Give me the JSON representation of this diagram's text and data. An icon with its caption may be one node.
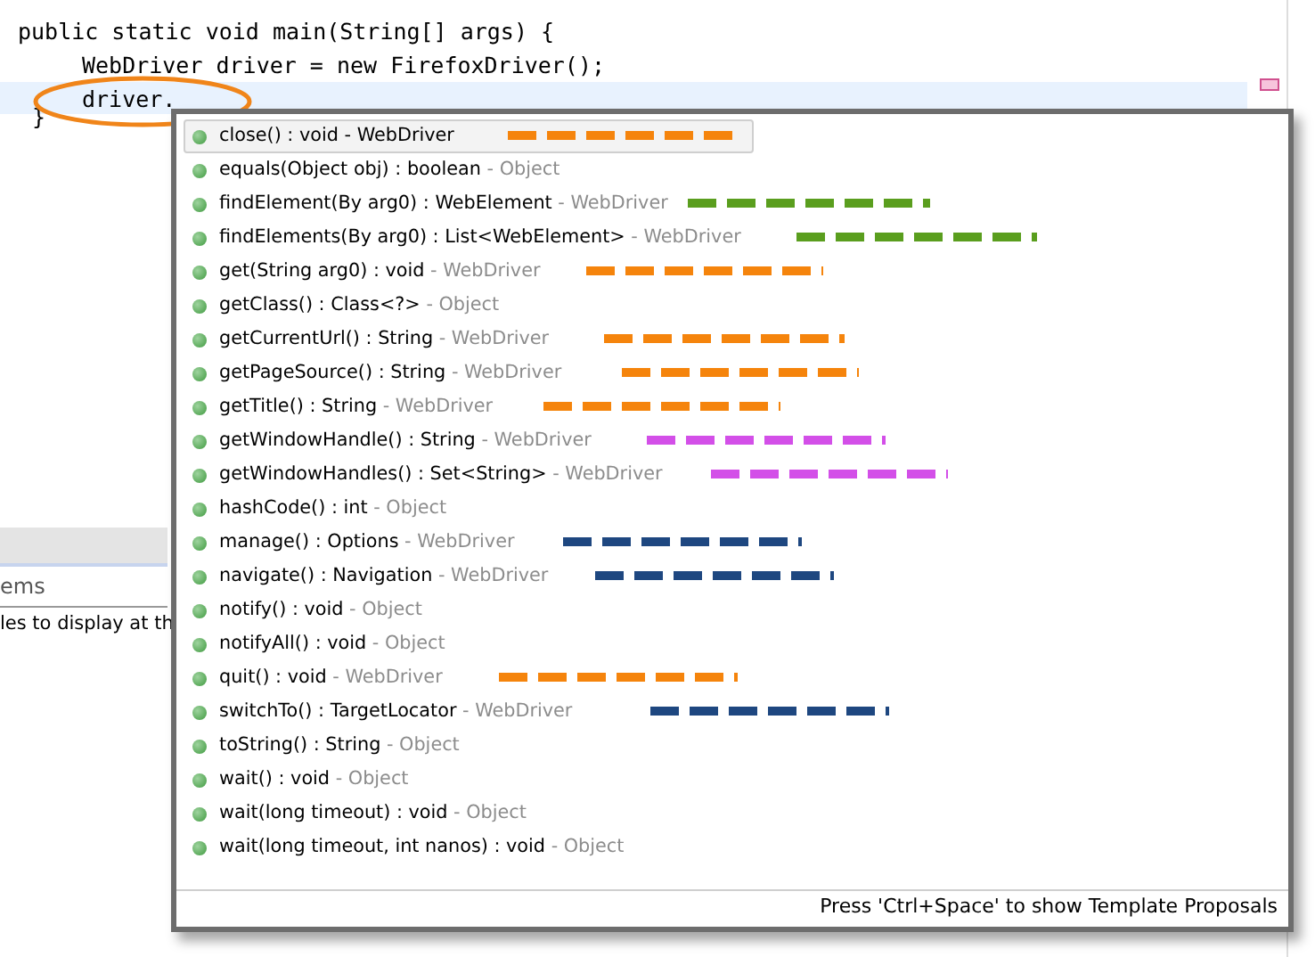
{
  "diagram": {
    "labels": [
      "public static void main(String[] args) {",
      "WebDriver driver = new FirefoxDriver();",
      "driver.",
      "}",
      "ems",
      "les to display at th",
      "close() : void - WebDriver",
      "equals(Object obj) : boolean - Object",
      "findElement(By arg0) : WebElement - WebDriver",
      "findElements(By arg0) : List<WebElement> - WebDriver",
      "get(String arg0) : void - WebDriver",
      "getClass() : Class<?> - Object",
      "getCurrentUrl() : String - WebDriver",
      "getPageSource() : String - WebDriver",
      "getTitle() : String - WebDriver",
      "getWindowHandle() : String - WebDriver",
      "getWindowHandles() : Set<String> - WebDriver",
      "hashCode() : int - Object",
      "manage() : Options - WebDriver",
      "navigate() : Navigation - WebDriver",
      "notify() : void - Object",
      "notifyAll() : void - Object",
      "quit() : void - WebDriver",
      "switchTo() : TargetLocator - WebDriver",
      "toString() : String - Object",
      "wait() : void - Object",
      "wait(long timeout) : void - Object",
      "wait(long timeout, int nanos) : void - Object",
      "Press 'Ctrl+Space' to show Template Proposals"
    ]
  }
}
